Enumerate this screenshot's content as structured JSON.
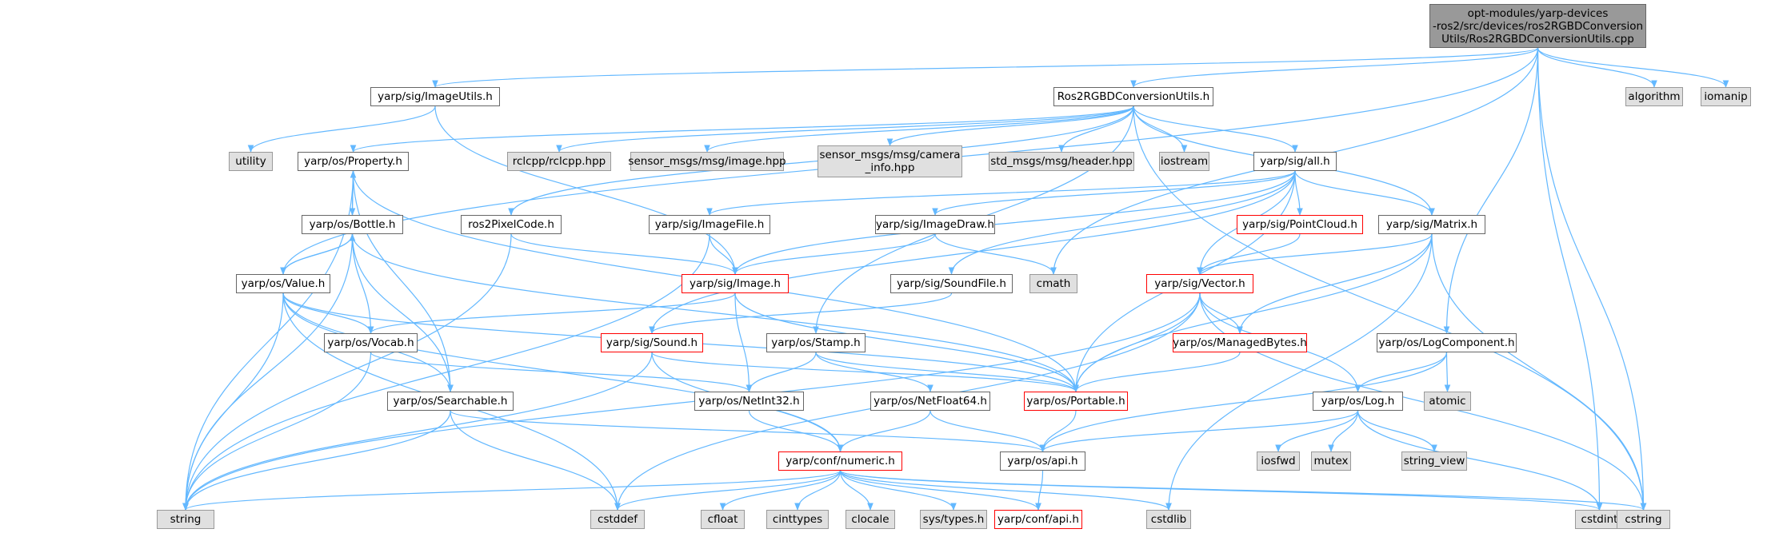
{
  "diagram": {
    "root": {
      "label": "opt-modules/yarp-devices\n-ros2/src/devices/ros2RGBDConversion\nUtils/Ros2RGBDConversionUtils.cpp"
    },
    "nodes": [
      {
        "id": "imageutils",
        "label": "yarp/sig/ImageUtils.h",
        "style": "plain"
      },
      {
        "id": "convutils",
        "label": "Ros2RGBDConversionUtils.h",
        "style": "plain"
      },
      {
        "id": "algorithm",
        "label": "algorithm",
        "style": "ext"
      },
      {
        "id": "iomanip",
        "label": "iomanip",
        "style": "ext"
      },
      {
        "id": "utility",
        "label": "utility",
        "style": "ext"
      },
      {
        "id": "property",
        "label": "yarp/os/Property.h",
        "style": "plain"
      },
      {
        "id": "rclcpp",
        "label": "rclcpp/rclcpp.hpp",
        "style": "ext"
      },
      {
        "id": "sensorimage",
        "label": "sensor_msgs/msg/image.hpp",
        "style": "ext"
      },
      {
        "id": "camerainfo",
        "label": "sensor_msgs/msg/camera\n_info.hpp",
        "style": "ext"
      },
      {
        "id": "header",
        "label": "std_msgs/msg/header.hpp",
        "style": "ext"
      },
      {
        "id": "iostream",
        "label": "iostream",
        "style": "ext"
      },
      {
        "id": "sigall",
        "label": "yarp/sig/all.h",
        "style": "plain"
      },
      {
        "id": "bottle",
        "label": "yarp/os/Bottle.h",
        "style": "plain"
      },
      {
        "id": "pixelcode",
        "label": "ros2PixelCode.h",
        "style": "plain"
      },
      {
        "id": "imagefile",
        "label": "yarp/sig/ImageFile.h",
        "style": "plain"
      },
      {
        "id": "imagedraw",
        "label": "yarp/sig/ImageDraw.h",
        "style": "plain"
      },
      {
        "id": "pointcloud",
        "label": "yarp/sig/PointCloud.h",
        "style": "red"
      },
      {
        "id": "matrix",
        "label": "yarp/sig/Matrix.h",
        "style": "plain"
      },
      {
        "id": "value",
        "label": "yarp/os/Value.h",
        "style": "plain"
      },
      {
        "id": "image",
        "label": "yarp/sig/Image.h",
        "style": "red"
      },
      {
        "id": "soundfile",
        "label": "yarp/sig/SoundFile.h",
        "style": "plain"
      },
      {
        "id": "cmath",
        "label": "cmath",
        "style": "ext"
      },
      {
        "id": "vector",
        "label": "yarp/sig/Vector.h",
        "style": "red"
      },
      {
        "id": "vocab",
        "label": "yarp/os/Vocab.h",
        "style": "plain"
      },
      {
        "id": "sound",
        "label": "yarp/sig/Sound.h",
        "style": "red"
      },
      {
        "id": "stamp",
        "label": "yarp/os/Stamp.h",
        "style": "plain"
      },
      {
        "id": "managedbytes",
        "label": "yarp/os/ManagedBytes.h",
        "style": "red"
      },
      {
        "id": "logcomponent",
        "label": "yarp/os/LogComponent.h",
        "style": "plain"
      },
      {
        "id": "atomic",
        "label": "atomic",
        "style": "ext"
      },
      {
        "id": "searchable",
        "label": "yarp/os/Searchable.h",
        "style": "plain"
      },
      {
        "id": "netint32",
        "label": "yarp/os/NetInt32.h",
        "style": "plain"
      },
      {
        "id": "netfloat64",
        "label": "yarp/os/NetFloat64.h",
        "style": "plain"
      },
      {
        "id": "portable",
        "label": "yarp/os/Portable.h",
        "style": "red"
      },
      {
        "id": "log",
        "label": "yarp/os/Log.h",
        "style": "plain"
      },
      {
        "id": "iosfwd",
        "label": "iosfwd",
        "style": "ext"
      },
      {
        "id": "mutex",
        "label": "mutex",
        "style": "ext"
      },
      {
        "id": "stringview",
        "label": "string_view",
        "style": "ext"
      },
      {
        "id": "numeric",
        "label": "yarp/conf/numeric.h",
        "style": "red"
      },
      {
        "id": "osapi",
        "label": "yarp/os/api.h",
        "style": "plain"
      },
      {
        "id": "string",
        "label": "string",
        "style": "ext"
      },
      {
        "id": "cstddef",
        "label": "cstddef",
        "style": "ext"
      },
      {
        "id": "cfloat",
        "label": "cfloat",
        "style": "ext"
      },
      {
        "id": "cinttypes",
        "label": "cinttypes",
        "style": "ext"
      },
      {
        "id": "clocale",
        "label": "clocale",
        "style": "ext"
      },
      {
        "id": "systypes",
        "label": "sys/types.h",
        "style": "ext"
      },
      {
        "id": "confapi",
        "label": "yarp/conf/api.h",
        "style": "red"
      },
      {
        "id": "cstdlib",
        "label": "cstdlib",
        "style": "ext"
      },
      {
        "id": "cstdint",
        "label": "cstdint",
        "style": "ext"
      },
      {
        "id": "cstring",
        "label": "cstring",
        "style": "ext"
      }
    ],
    "edges": [
      [
        "root",
        "imageutils"
      ],
      [
        "root",
        "convutils"
      ],
      [
        "root",
        "algorithm"
      ],
      [
        "root",
        "iomanip"
      ],
      [
        "root",
        "value"
      ],
      [
        "root",
        "cmath"
      ],
      [
        "root",
        "logcomponent"
      ],
      [
        "root",
        "cstdint"
      ],
      [
        "root",
        "cstring"
      ],
      [
        "imageutils",
        "utility"
      ],
      [
        "imageutils",
        "image"
      ],
      [
        "convutils",
        "property"
      ],
      [
        "convutils",
        "rclcpp"
      ],
      [
        "convutils",
        "sensorimage"
      ],
      [
        "convutils",
        "camerainfo"
      ],
      [
        "convutils",
        "header"
      ],
      [
        "convutils",
        "iostream"
      ],
      [
        "convutils",
        "sigall"
      ],
      [
        "convutils",
        "pixelcode"
      ],
      [
        "convutils",
        "matrix"
      ],
      [
        "convutils",
        "stamp"
      ],
      [
        "convutils",
        "cstring"
      ],
      [
        "property",
        "bottle"
      ],
      [
        "property",
        "searchable"
      ],
      [
        "property",
        "portable"
      ],
      [
        "property",
        "string"
      ],
      [
        "bottle",
        "property"
      ],
      [
        "bottle",
        "value"
      ],
      [
        "bottle",
        "vocab"
      ],
      [
        "bottle",
        "searchable"
      ],
      [
        "bottle",
        "portable"
      ],
      [
        "bottle",
        "string"
      ],
      [
        "value",
        "bottle"
      ],
      [
        "value",
        "vocab"
      ],
      [
        "value",
        "searchable"
      ],
      [
        "value",
        "portable"
      ],
      [
        "value",
        "numeric"
      ],
      [
        "value",
        "string"
      ],
      [
        "value",
        "cstddef"
      ],
      [
        "pixelcode",
        "image"
      ],
      [
        "pixelcode",
        "string"
      ],
      [
        "sigall",
        "imagefile"
      ],
      [
        "sigall",
        "imagedraw"
      ],
      [
        "sigall",
        "pointcloud"
      ],
      [
        "sigall",
        "matrix"
      ],
      [
        "sigall",
        "image"
      ],
      [
        "sigall",
        "soundfile"
      ],
      [
        "sigall",
        "vector"
      ],
      [
        "sigall",
        "sound"
      ],
      [
        "sigall",
        "portable"
      ],
      [
        "imagefile",
        "image"
      ],
      [
        "imagefile",
        "string"
      ],
      [
        "imagedraw",
        "image"
      ],
      [
        "imagedraw",
        "cmath"
      ],
      [
        "pointcloud",
        "vector"
      ],
      [
        "matrix",
        "vector"
      ],
      [
        "matrix",
        "managedbytes"
      ],
      [
        "matrix",
        "portable"
      ],
      [
        "matrix",
        "cstdlib"
      ],
      [
        "matrix",
        "cstring"
      ],
      [
        "image",
        "vocab"
      ],
      [
        "image",
        "portable"
      ],
      [
        "image",
        "netint32"
      ],
      [
        "soundfile",
        "sound"
      ],
      [
        "vector",
        "managedbytes"
      ],
      [
        "vector",
        "portable"
      ],
      [
        "vector",
        "log"
      ],
      [
        "vector",
        "string"
      ],
      [
        "vector",
        "cstddef"
      ],
      [
        "vector",
        "cstring"
      ],
      [
        "vocab",
        "netint32"
      ],
      [
        "vocab",
        "string"
      ],
      [
        "sound",
        "portable"
      ],
      [
        "sound",
        "numeric"
      ],
      [
        "sound",
        "string"
      ],
      [
        "stamp",
        "netint32"
      ],
      [
        "stamp",
        "netfloat64"
      ],
      [
        "stamp",
        "portable"
      ],
      [
        "managedbytes",
        "portable"
      ],
      [
        "logcomponent",
        "log"
      ],
      [
        "logcomponent",
        "atomic"
      ],
      [
        "logcomponent",
        "osapi"
      ],
      [
        "searchable",
        "osapi"
      ],
      [
        "searchable",
        "string"
      ],
      [
        "searchable",
        "cstddef"
      ],
      [
        "netint32",
        "numeric"
      ],
      [
        "netfloat64",
        "numeric"
      ],
      [
        "netfloat64",
        "osapi"
      ],
      [
        "portable",
        "osapi"
      ],
      [
        "log",
        "iosfwd"
      ],
      [
        "log",
        "mutex"
      ],
      [
        "log",
        "stringview"
      ],
      [
        "log",
        "osapi"
      ],
      [
        "log",
        "cstdint"
      ],
      [
        "numeric",
        "string"
      ],
      [
        "numeric",
        "cstddef"
      ],
      [
        "numeric",
        "cfloat"
      ],
      [
        "numeric",
        "cinttypes"
      ],
      [
        "numeric",
        "clocale"
      ],
      [
        "numeric",
        "systypes"
      ],
      [
        "numeric",
        "confapi"
      ],
      [
        "numeric",
        "cstdlib"
      ],
      [
        "numeric",
        "cstdint"
      ],
      [
        "numeric",
        "cstring"
      ],
      [
        "osapi",
        "confapi"
      ]
    ]
  },
  "colors": {
    "edge": "#63b8ff",
    "red_border": "#ff0000",
    "ext_fill": "#e0e0e0",
    "root_fill": "#999999"
  }
}
